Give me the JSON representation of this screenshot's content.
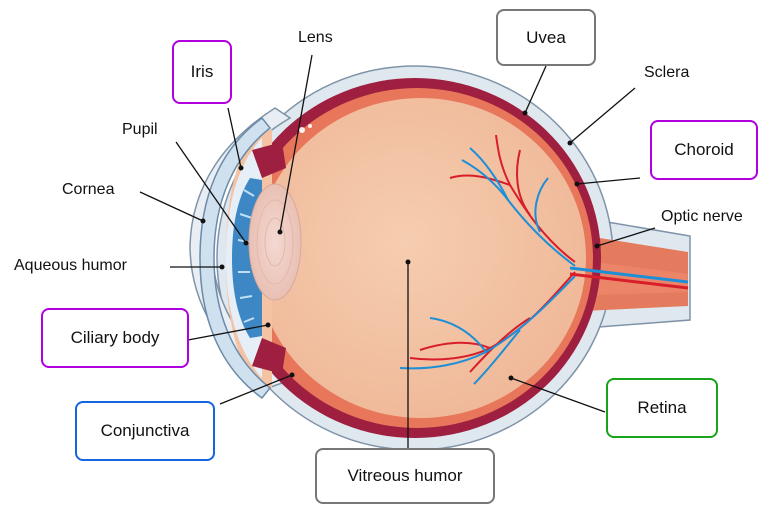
{
  "labels": {
    "lens": "Lens",
    "pupil": "Pupil",
    "cornea": "Cornea",
    "aqueous_humor": "Aqueous humor",
    "sclera": "Sclera",
    "optic_nerve": "Optic nerve"
  },
  "boxes": {
    "iris": "Iris",
    "uvea": "Uvea",
    "choroid": "Choroid",
    "ciliary_body": "Ciliary body",
    "conjunctiva": "Conjunctiva",
    "retina": "Retina",
    "vitreous_humor": "Vitreous humor"
  },
  "colors": {
    "purple_box": "#b000e0",
    "blue_box": "#1565e0",
    "green_box": "#1aa31a",
    "gray_box": "#777777",
    "sclera": "#dfe7ef",
    "choroid": "#9e1f3f",
    "retina": "#e7765a",
    "vitreous": "#f3c3a3",
    "iris": "#3d87c4",
    "artery": "#d81e2a",
    "vein": "#1d8fd6"
  }
}
